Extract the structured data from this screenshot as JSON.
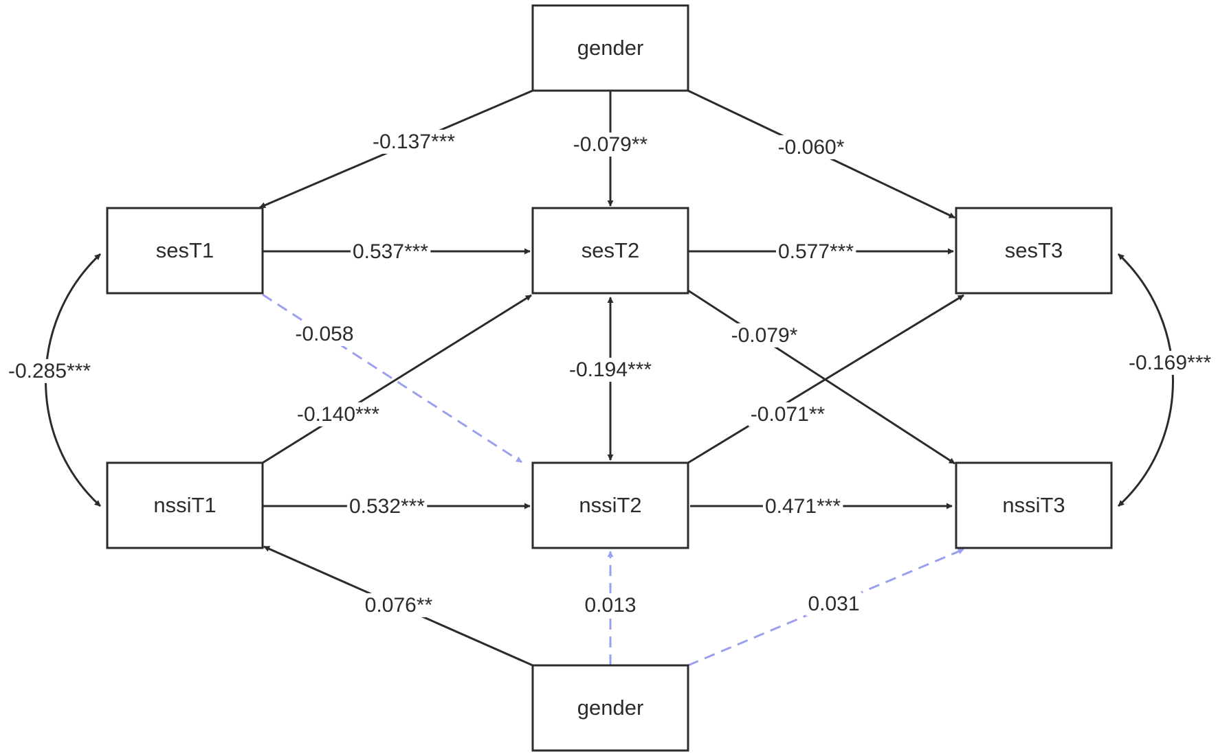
{
  "colors": {
    "solid_path": "#2b2b2b",
    "nonsignificant_path": "#9aa0ee",
    "box_border": "#2b2b2b",
    "background": "#ffffff"
  },
  "nodes": [
    {
      "id": "gender-top",
      "label": "gender"
    },
    {
      "id": "sesT1",
      "label": "sesT1"
    },
    {
      "id": "sesT2",
      "label": "sesT2"
    },
    {
      "id": "sesT3",
      "label": "sesT3"
    },
    {
      "id": "nssiT1",
      "label": "nssiT1"
    },
    {
      "id": "nssiT2",
      "label": "nssiT2"
    },
    {
      "id": "nssiT3",
      "label": "nssiT3"
    },
    {
      "id": "gender-bottom",
      "label": "gender"
    }
  ],
  "edges": [
    {
      "id": "gender-top-to-sesT1",
      "from": "gender-top",
      "to": "sesT1",
      "label": "-0.137***",
      "style": "solid",
      "direction": "forward"
    },
    {
      "id": "gender-top-to-sesT2",
      "from": "gender-top",
      "to": "sesT2",
      "label": "-0.079**",
      "style": "solid",
      "direction": "forward"
    },
    {
      "id": "gender-top-to-sesT3",
      "from": "gender-top",
      "to": "sesT3",
      "label": "-0.060*",
      "style": "solid",
      "direction": "forward"
    },
    {
      "id": "sesT1-to-sesT2",
      "from": "sesT1",
      "to": "sesT2",
      "label": "0.537***",
      "style": "solid",
      "direction": "forward"
    },
    {
      "id": "sesT2-to-sesT3",
      "from": "sesT2",
      "to": "sesT3",
      "label": "0.577***",
      "style": "solid",
      "direction": "forward"
    },
    {
      "id": "sesT1-to-nssiT2",
      "from": "sesT1",
      "to": "nssiT2",
      "label": "-0.058",
      "style": "dashed",
      "direction": "forward"
    },
    {
      "id": "sesT2-to-nssiT3",
      "from": "sesT2",
      "to": "nssiT3",
      "label": "-0.079*",
      "style": "solid",
      "direction": "forward"
    },
    {
      "id": "sesT1-nssiT1",
      "from": "sesT1",
      "to": "nssiT1",
      "label": "-0.285***",
      "style": "solid",
      "direction": "both"
    },
    {
      "id": "sesT2-nssiT2",
      "from": "sesT2",
      "to": "nssiT2",
      "label": "-0.194***",
      "style": "solid",
      "direction": "both"
    },
    {
      "id": "sesT3-nssiT3",
      "from": "sesT3",
      "to": "nssiT3",
      "label": "-0.169***",
      "style": "solid",
      "direction": "both"
    },
    {
      "id": "nssiT1-to-sesT2",
      "from": "nssiT1",
      "to": "sesT2",
      "label": "-0.140***",
      "style": "solid",
      "direction": "forward"
    },
    {
      "id": "nssiT2-to-sesT3",
      "from": "nssiT2",
      "to": "sesT3",
      "label": "-0.071**",
      "style": "solid",
      "direction": "forward"
    },
    {
      "id": "nssiT1-to-nssiT2",
      "from": "nssiT1",
      "to": "nssiT2",
      "label": "0.532***",
      "style": "solid",
      "direction": "forward"
    },
    {
      "id": "nssiT2-to-nssiT3",
      "from": "nssiT2",
      "to": "nssiT3",
      "label": "0.471***",
      "style": "solid",
      "direction": "forward"
    },
    {
      "id": "gender-bottom-to-nssiT1",
      "from": "gender-bottom",
      "to": "nssiT1",
      "label": "0.076**",
      "style": "solid",
      "direction": "forward"
    },
    {
      "id": "gender-bottom-to-nssiT2",
      "from": "gender-bottom",
      "to": "nssiT2",
      "label": "0.013",
      "style": "dashed",
      "direction": "forward"
    },
    {
      "id": "gender-bottom-to-nssiT3",
      "from": "gender-bottom",
      "to": "nssiT3",
      "label": "0.031",
      "style": "dashed",
      "direction": "forward"
    }
  ]
}
